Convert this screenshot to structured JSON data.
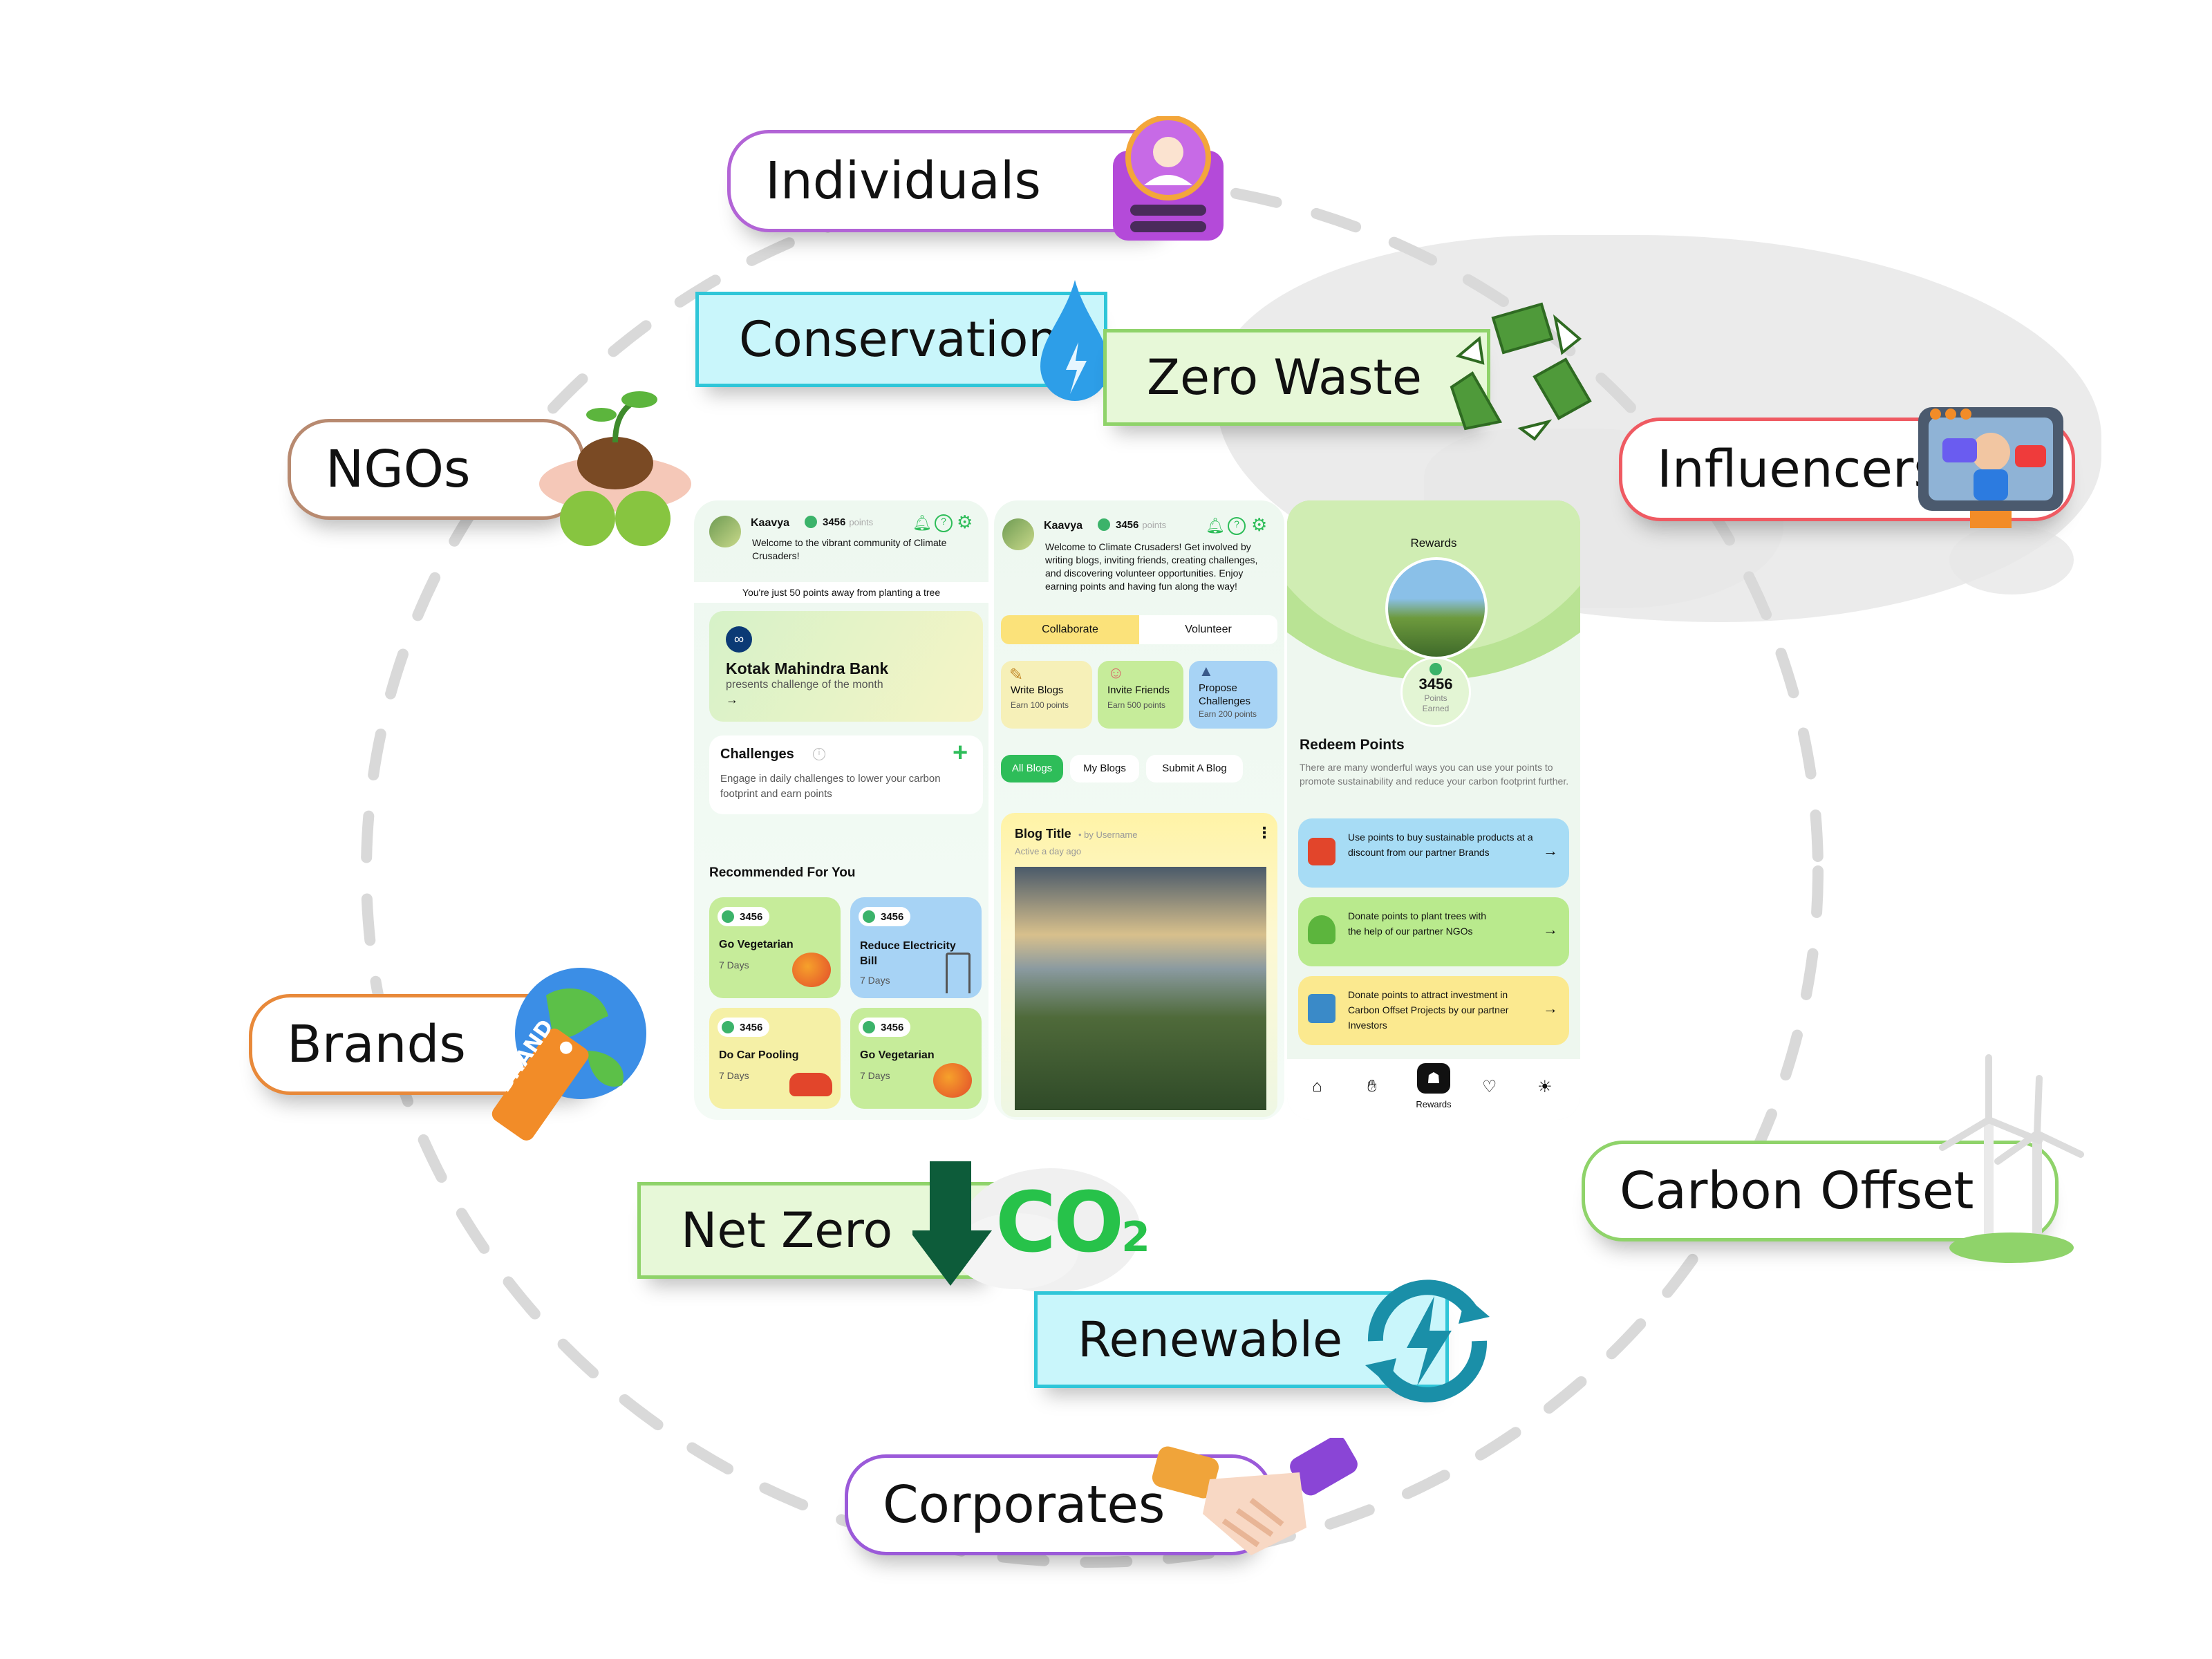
{
  "labels": {
    "individuals": "Individuals",
    "conservation": "Conservation",
    "zero_waste": "Zero Waste",
    "ngos": "NGOs",
    "influencers": "Influencers",
    "brands": "Brands",
    "brand_tag": "BRAND",
    "carbon_offset": "Carbon Offset",
    "net_zero": "Net Zero",
    "co2": "CO",
    "co2_sub": "2",
    "renewable": "Renewable",
    "corporates": "Corporates"
  },
  "colors": {
    "individuals": "#b264d6",
    "conservation": "#2fc6d8",
    "zero_waste": "#8fd36a",
    "ngos": "#b88a70",
    "influencers": "#ef5a62",
    "brands": "#e8893a",
    "carbon_offset": "#8fd36a",
    "net_zero": "#8fd36a",
    "renewable": "#2fc6d8",
    "corporates": "#9b5ad9",
    "accent_green": "#2ebd59"
  },
  "panel1": {
    "user": "Kaavya",
    "points": "3456",
    "points_label": "points",
    "welcome": "Welcome to the vibrant community of Climate Crusaders!",
    "notice": "You're just 50 points away from planting a tree",
    "sponsor_name": "Kotak Mahindra Bank",
    "sponsor_sub": "presents challenge of the month",
    "sponsor_arrow": "→",
    "challenges_title": "Challenges",
    "challenges_desc": "Engage in daily challenges to lower your carbon footprint and earn points",
    "recommended": "Recommended For You",
    "rec": [
      {
        "points": "3456",
        "title": "Go Vegetarian",
        "days": "7 Days"
      },
      {
        "points": "3456",
        "title": "Reduce Electricity Bill",
        "days": "7 Days"
      },
      {
        "points": "3456",
        "title": "Do Car Pooling",
        "days": "7 Days"
      },
      {
        "points": "3456",
        "title": "Go Vegetarian",
        "days": "7 Days"
      }
    ]
  },
  "panel2": {
    "user": "Kaavya",
    "points": "3456",
    "points_label": "points",
    "welcome": "Welcome to Climate Crusaders! Get involved by writing blogs, inviting friends, creating challenges, and discovering volunteer opportunities. Enjoy earning points and having fun along the way!",
    "tab_collaborate": "Collaborate",
    "tab_volunteer": "Volunteer",
    "actions": [
      {
        "title": "Write Blogs",
        "sub": "Earn 100 points"
      },
      {
        "title": "Invite Friends",
        "sub": "Earn 500 points"
      },
      {
        "title": "Propose Challenges",
        "sub": "Earn 200 points"
      }
    ],
    "blog_tabs": [
      "All Blogs",
      "My Blogs",
      "Submit A Blog"
    ],
    "blog_title": "Blog Title",
    "blog_by": "• by Username",
    "blog_time": "Active a day ago"
  },
  "panel3": {
    "header": "Rewards",
    "points": "3456",
    "points_label": "Points Earned",
    "redeem_title": "Redeem Points",
    "redeem_desc": "There are many wonderful ways you can use your points to promote sustainability and reduce your carbon footprint further.",
    "options": [
      {
        "text": "Use points to buy sustainable products at a discount from our partner Brands",
        "color": "#a7dcf5"
      },
      {
        "text": "Donate points to plant trees with the help of our partner NGOs",
        "color": "#b9ea8d"
      },
      {
        "text": "Donate points to attract investment in Carbon Offset Projects by our partner Investors",
        "color": "#fbe98f"
      }
    ],
    "arrow": "→",
    "nav_active": "Rewards"
  }
}
